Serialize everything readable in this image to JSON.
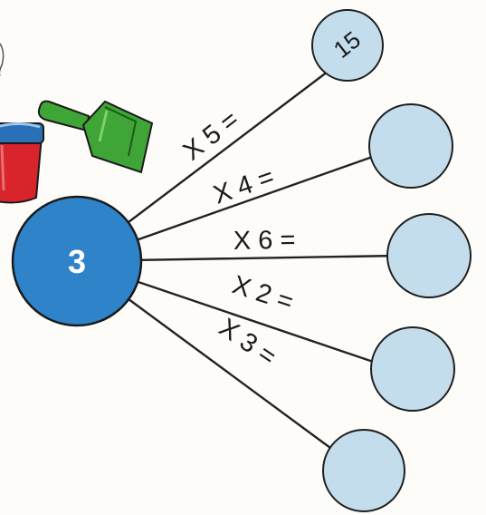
{
  "hub": {
    "value": "3"
  },
  "branches": [
    {
      "label": "X 5 =",
      "answer": "15"
    },
    {
      "label": "X 4 =",
      "answer": ""
    },
    {
      "label": "X 6 =",
      "answer": ""
    },
    {
      "label": "X 2 =",
      "answer": ""
    },
    {
      "label": "X 3 =",
      "answer": ""
    }
  ],
  "colors": {
    "hub_fill": "#2f83c8",
    "answer_fill": "#c3dded",
    "bucket_red": "#d8242a",
    "bucket_blue": "#2b6fb6",
    "spade_green": "#3fa536"
  },
  "decorations": [
    "bucket-icon",
    "spade-icon"
  ]
}
